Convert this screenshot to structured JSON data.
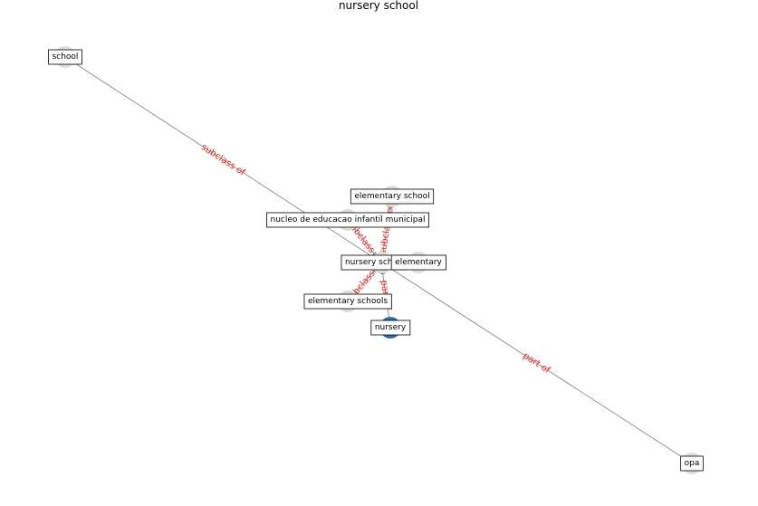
{
  "title": "nursery school",
  "colors": {
    "edge": "#888888",
    "edge_label": "#dd2222",
    "node": "#dddddd",
    "highlight_node": "#2c6ea3",
    "label_border": "#000000",
    "label_bg": "#ffffff"
  },
  "nodes": [
    {
      "id": "school",
      "label": "school"
    },
    {
      "id": "opa",
      "label": "opa"
    },
    {
      "id": "elementary_school",
      "label": "elementary school"
    },
    {
      "id": "nucleo",
      "label": "nucleo de educacao infantil municipal"
    },
    {
      "id": "nursery_school",
      "label": "nursery school"
    },
    {
      "id": "elementary",
      "label": "elementary"
    },
    {
      "id": "elementary_schools",
      "label": "elementary schools"
    },
    {
      "id": "nursery",
      "label": "nursery",
      "highlight": true
    }
  ],
  "edges": [
    {
      "source": "nursery_school",
      "target": "school",
      "label": "subclass of"
    },
    {
      "source": "nursery_school",
      "target": "opa",
      "label": "part of"
    },
    {
      "source": "nucleo",
      "target": "nursery_school",
      "label": "subclass of"
    },
    {
      "source": "nursery_school",
      "target": "elementary_school",
      "label": "subclass of"
    },
    {
      "source": "elementary_schools",
      "target": "nursery_school",
      "label": "subclass of"
    },
    {
      "source": "nursery",
      "target": "nursery_school",
      "label": "part of"
    }
  ]
}
